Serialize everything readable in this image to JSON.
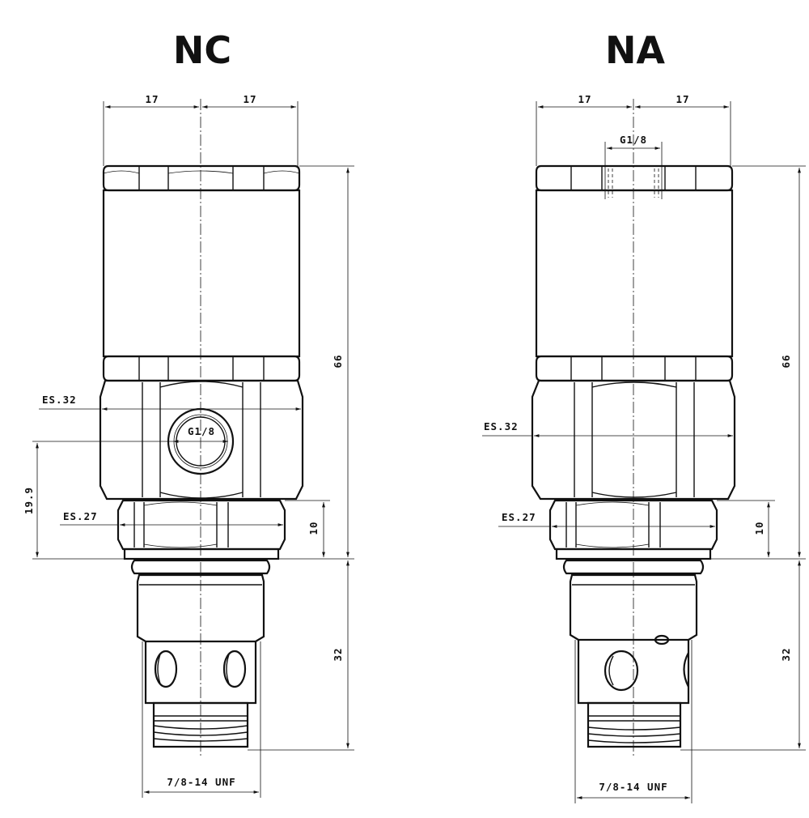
{
  "nc": {
    "title": "NC",
    "dim_half_left": "17",
    "dim_half_right": "17",
    "port": "G1/8",
    "hex_top": "ES.32",
    "hex_bottom": "ES.27",
    "height_port": "19.9",
    "height_nut": "10",
    "height_total": "66",
    "height_cartridge": "32",
    "thread": "7/8-14 UNF"
  },
  "na": {
    "title": "NA",
    "dim_half_left": "17",
    "dim_half_right": "17",
    "port": "G1/8",
    "hex_top": "ES.32",
    "hex_bottom": "ES.27",
    "height_nut": "10",
    "height_total": "66",
    "height_cartridge": "32",
    "thread": "7/8-14 UNF"
  }
}
